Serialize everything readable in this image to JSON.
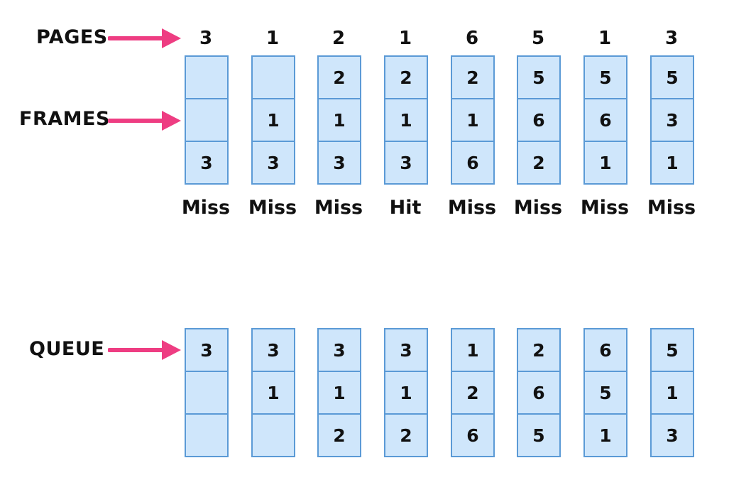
{
  "labels": {
    "pages": "PAGES",
    "frames": "FRAMES",
    "queue": "QUEUE"
  },
  "colors": {
    "arrow": "#ee3d82",
    "cell_fill": "#cfe6fb",
    "cell_border": "#5b9ad6"
  },
  "pages": [
    "3",
    "1",
    "2",
    "1",
    "6",
    "5",
    "1",
    "3"
  ],
  "frames": [
    [
      "",
      "",
      "3"
    ],
    [
      "",
      "1",
      "3"
    ],
    [
      "2",
      "1",
      "3"
    ],
    [
      "2",
      "1",
      "3"
    ],
    [
      "2",
      "1",
      "6"
    ],
    [
      "5",
      "6",
      "2"
    ],
    [
      "5",
      "6",
      "1"
    ],
    [
      "5",
      "3",
      "1"
    ]
  ],
  "results": [
    "Miss",
    "Miss",
    "Miss",
    "Hit",
    "Miss",
    "Miss",
    "Miss",
    "Miss"
  ],
  "queue": [
    [
      "3",
      "",
      ""
    ],
    [
      "3",
      "1",
      ""
    ],
    [
      "3",
      "1",
      "2"
    ],
    [
      "3",
      "1",
      "2"
    ],
    [
      "1",
      "2",
      "6"
    ],
    [
      "2",
      "6",
      "5"
    ],
    [
      "6",
      "5",
      "1"
    ],
    [
      "5",
      "1",
      "3"
    ]
  ]
}
